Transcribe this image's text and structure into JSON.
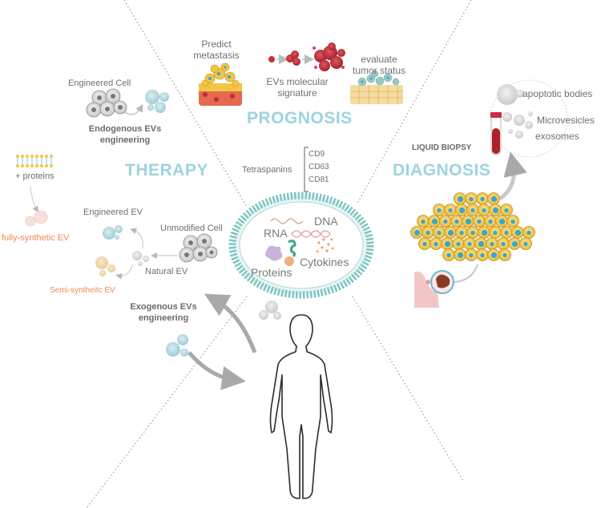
{
  "sections": {
    "prognosis": "PROGNOSIS",
    "therapy": "THERAPY",
    "diagnosis": "DIAGNOSIS"
  },
  "prognosis": {
    "predict_metastasis": [
      "Predict",
      "metastasis"
    ],
    "ev_signature": [
      "EVs molecular",
      "signature"
    ],
    "tumor_status": [
      "evaluate",
      "tumor status"
    ],
    "tetraspanins_label": "Tetraspanins",
    "markers": [
      "CD9",
      "CD63",
      "CD81"
    ]
  },
  "therapy": {
    "engineered_cell": "Engineered Cell",
    "endogenous": [
      "Endogenous EVs",
      "engineering"
    ],
    "plus_proteins": "+ proteins",
    "fully_synthetic": "fully-synthetic EV",
    "engineered_ev": "Engineered EV",
    "unmodified_cell": "Unmodified Cell",
    "natural_ev": "Natural EV",
    "semi_synthetic": "Semi-syntheitc EV",
    "exogenous": [
      "Exogenous EVs",
      "engineering"
    ]
  },
  "diagnosis": {
    "liquid_biopsy": "LIQUID BIOPSY",
    "apoptotic_bodies": "apoptotic bodies",
    "microvesicles": "Microvesicles",
    "exosomes": "exosomes"
  },
  "ev_contents": {
    "rna": "RNA",
    "dna": "DNA",
    "proteins": "Proteins",
    "cytokines": "Cytokines"
  },
  "colors": {
    "accent": "#9dd3df",
    "orange": "#f08a4b",
    "membrane": "#7fc6c2",
    "tumor_cell": "#f2c545",
    "tumor_nucleus": "#3aa6c9",
    "vesicle_blue": "#a7d2dc",
    "vesicle_orange": "#f1d3a4"
  }
}
